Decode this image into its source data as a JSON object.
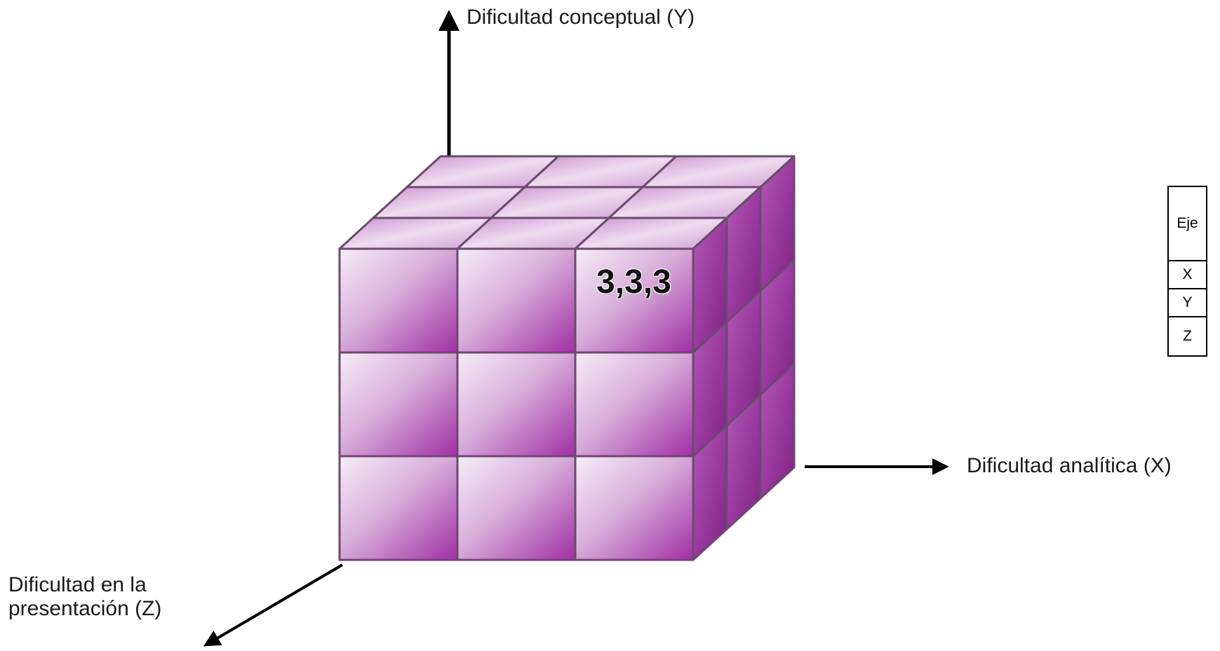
{
  "axes": {
    "y_label": "Dificultad conceptual (Y)",
    "x_label": "Dificultad analítica (X)",
    "z_label_line1": "Dificultad en la",
    "z_label_line2": "presentación (Z)"
  },
  "cube": {
    "grid": [
      3,
      3,
      3
    ],
    "highlight_label": "3,3,3",
    "colors": {
      "light": "#f3e6f4",
      "dark": "#a23aa4",
      "side": "#8e2c92",
      "edge": "#6b4a6e"
    }
  },
  "table": {
    "header": "Eje",
    "rows": [
      "X",
      "Y",
      "Z"
    ]
  }
}
